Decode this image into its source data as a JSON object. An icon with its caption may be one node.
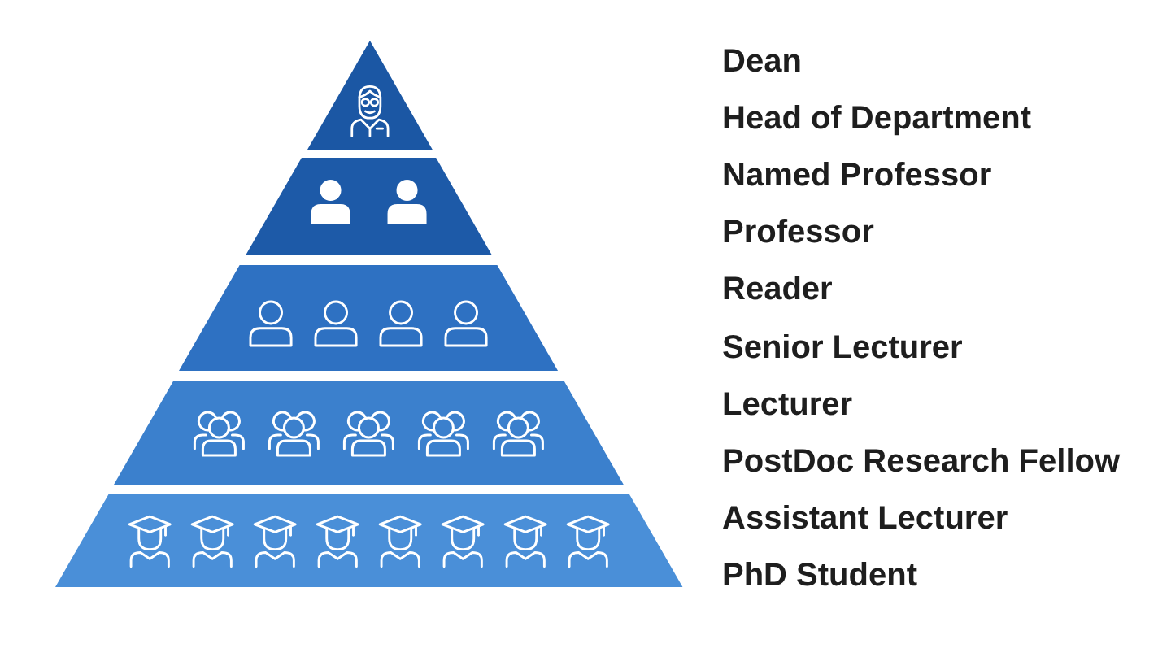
{
  "diagram": {
    "nodes": [
      {
        "text": [],
        "shape": "triangle"
      },
      {
        "text": [],
        "shape": "trapezoid"
      },
      {
        "text": [],
        "shape": "trapezoid"
      },
      {
        "text": [],
        "shape": "trapezoid"
      },
      {
        "text": [],
        "shape": "trapezoid"
      }
    ],
    "labels": [
      "Dean",
      "Head of Department",
      "Named Professor",
      "Professor",
      "Reader",
      "Senior Lecturer",
      "Lecturer",
      "PostDoc Research Fellow",
      "Assistant Lecturer",
      "PhD Student"
    ]
  }
}
